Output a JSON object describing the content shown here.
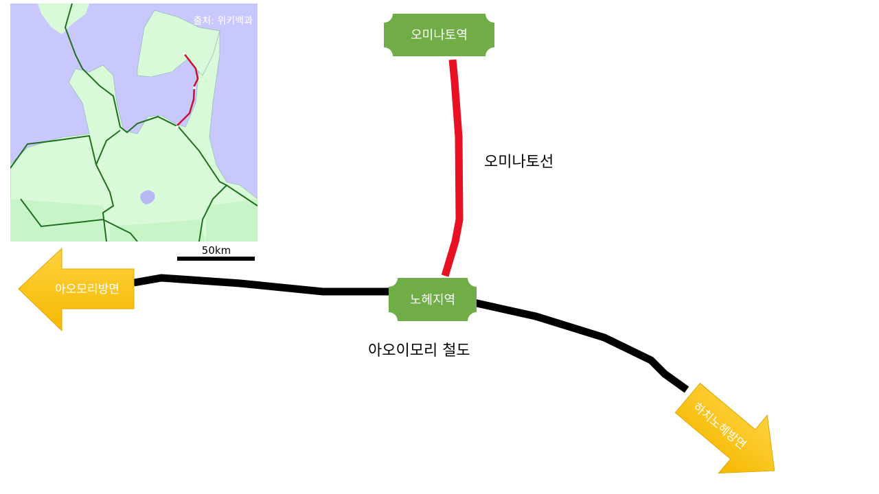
{
  "map": {
    "credit": "출처: 위키백과",
    "scale_label": "50km",
    "colors": {
      "sea": "#c8c8ff",
      "land": "#d8fad8",
      "land_dark": "#c8f5c8",
      "rail": "#1e6e1e",
      "route": "#c8102e"
    }
  },
  "stations": {
    "top": "오미나토역",
    "junction": "노헤지역",
    "color": "#70ad47"
  },
  "lines": {
    "ominato_line": {
      "label": "오미나토선",
      "color": "#e81123"
    },
    "aoimori_railway": {
      "label": "아오이모리 철도",
      "color": "#000000"
    }
  },
  "directions": {
    "west": "아오모리방면",
    "southeast": "하치노헤방면",
    "color": "#ffc000"
  }
}
